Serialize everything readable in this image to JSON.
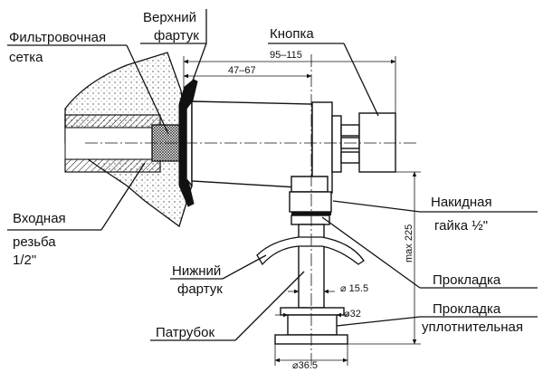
{
  "labels": {
    "upper_apron": [
      "Верхний",
      "фартук"
    ],
    "filter_mesh": [
      "Фильтровочная",
      "сетка"
    ],
    "button": "Кнопка",
    "union_nut": [
      "Накидная",
      "гайка ½\""
    ],
    "inlet_thread": [
      "Входная",
      "резьба",
      "1/2\""
    ],
    "lower_apron": [
      "Нижний",
      "фартук"
    ],
    "gasket": "Прокладка",
    "seal_gasket": [
      "Прокладка",
      "уплотнительная"
    ],
    "nozzle": "Патрубок"
  },
  "dimensions": {
    "length_outer": "95–115",
    "length_inner": "47–67",
    "height_max": "max 225",
    "d_pipe": "⌀ 15.5",
    "d_seal": "⌀32",
    "d_base": "⌀36.5"
  }
}
